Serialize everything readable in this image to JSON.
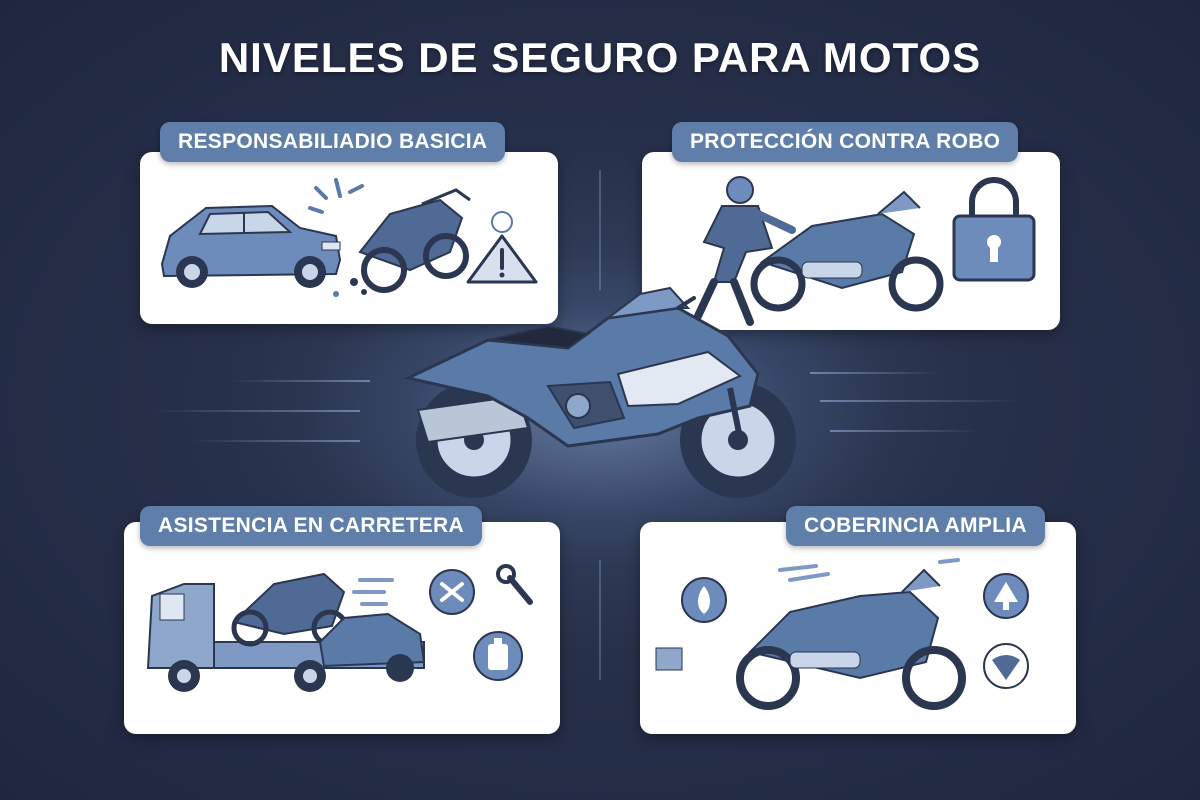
{
  "title": "NIVELES DE SEGURO PARA MOTOS",
  "cards": [
    {
      "label": "RESPONSABILIADIO BASICIA",
      "icon": "warning-triangle-icon"
    },
    {
      "label": "PROTECCIÓN CONTRA ROBO",
      "icon": "padlock-icon"
    },
    {
      "label": "ASISTENCIA EN CARRETERA",
      "icon": "wrench-icon"
    },
    {
      "label": "COBERINCIA AMPLIA",
      "icon": "shield-icon"
    }
  ],
  "colors": {
    "background": "#27304a",
    "pill": "#5f7eaa",
    "bike_blue": "#5a7aa8",
    "bike_dark": "#2b3650"
  }
}
